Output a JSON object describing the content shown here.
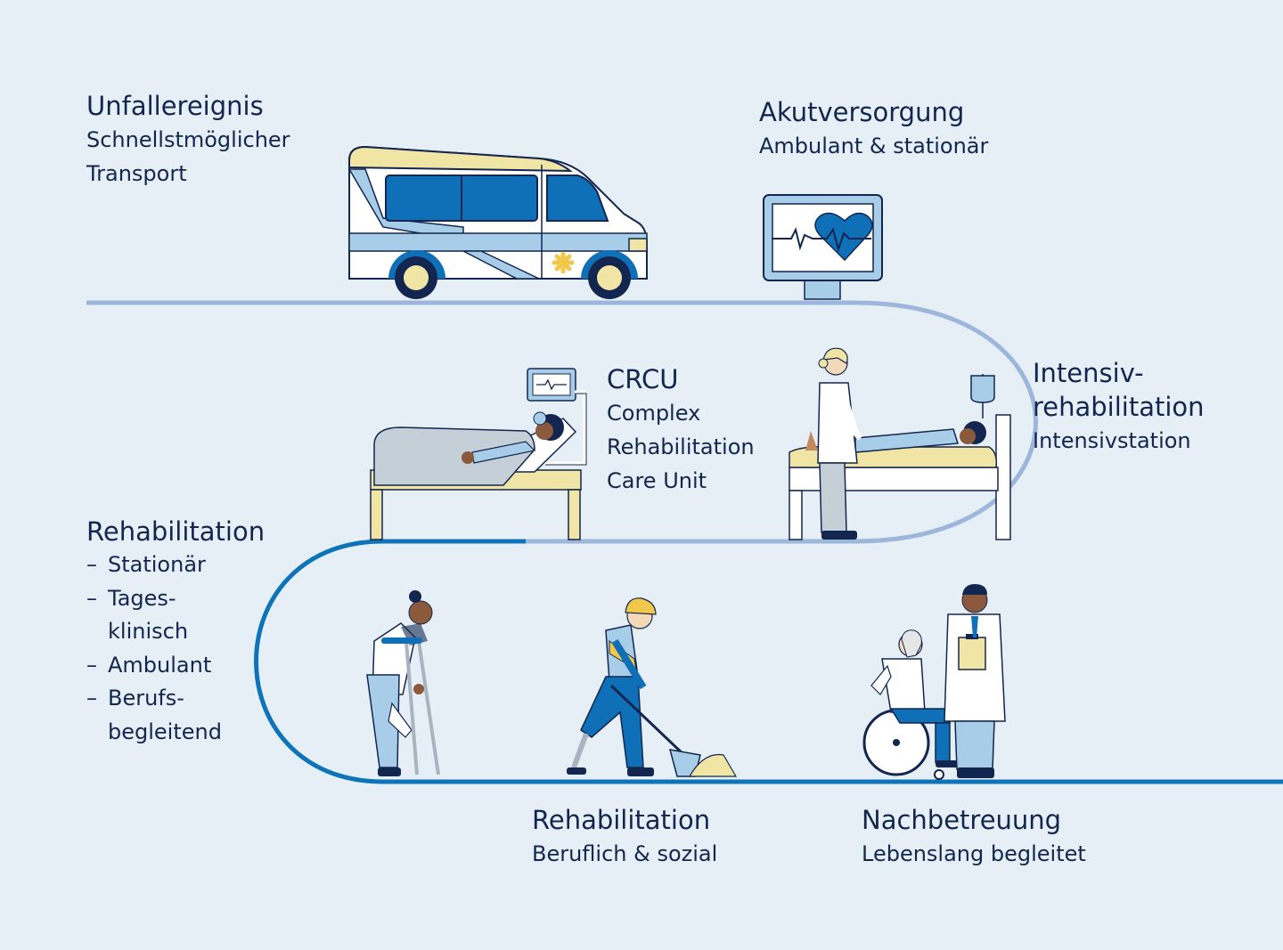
{
  "colors": {
    "background": "#e6eff6",
    "path_light": "#9cb6dc",
    "path_dark": "#0e74b9",
    "blue": "#0f70b8",
    "light_blue": "#a8cde8",
    "yellow": "#f1e5a6",
    "navy": "#13264f",
    "white": "#ffffff"
  },
  "stages": {
    "unfall": {
      "title": "Unfallereignis",
      "lines": [
        "Schnellstmöglicher",
        "Transport"
      ]
    },
    "akut": {
      "title": "Akutversorgung",
      "lines": [
        "Ambulant & stationär"
      ]
    },
    "intensiv": {
      "title_lines": [
        "Intensiv-",
        "rehabilitation"
      ],
      "lines": [
        "Intensivstation"
      ]
    },
    "crcu": {
      "title": "CRCU",
      "lines": [
        "Complex",
        "Rehabilitation",
        "Care Unit"
      ]
    },
    "reha": {
      "title": "Rehabilitation",
      "items": [
        [
          "Stationär"
        ],
        [
          "Tages-",
          "klinisch"
        ],
        [
          "Ambulant"
        ],
        [
          "Berufs-",
          "begleitend"
        ]
      ]
    },
    "beruflich": {
      "title": "Rehabilitation",
      "lines": [
        "Beruflich & sozial"
      ]
    },
    "nach": {
      "title": "Nachbetreuung",
      "lines": [
        "Lebenslang begleitet"
      ]
    }
  },
  "icons": [
    "ambulance-icon",
    "heart-monitor-icon",
    "nurse-with-patient-icon",
    "patient-in-bed-icon",
    "person-with-crutches-icon",
    "worker-with-prosthesis-icon",
    "doctor-with-wheelchair-patient-icon"
  ]
}
